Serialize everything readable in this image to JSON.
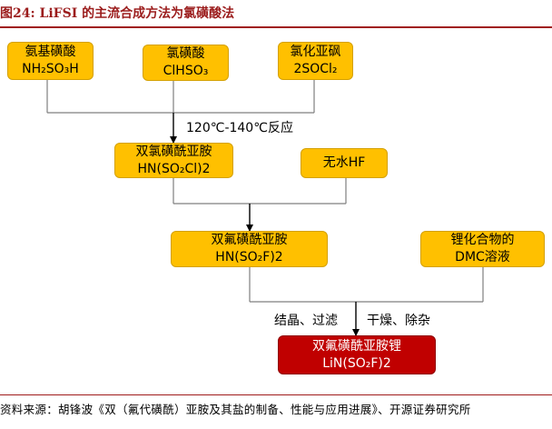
{
  "header": {
    "title": "图24:  LiFSI 的主流合成方法为氯磺酸法"
  },
  "nodes": {
    "sulfamic_acid": {
      "name": "氨基磺酸",
      "formula": "NH₂SO₃H"
    },
    "chlorosulfonic_acid": {
      "name": "氯磺酸",
      "formula": "ClHSO₃"
    },
    "thionyl_chloride": {
      "name": "氯化亚砜",
      "formula": "2SOCl₂"
    },
    "bis_chlorosulfonyl_imide": {
      "name": "双氯磺酰亚胺",
      "formula": "HN(SO₂Cl)2"
    },
    "anhydrous_hf": {
      "name": "无水HF"
    },
    "bis_fluorosulfonyl_imide": {
      "name": "双氟磺酰亚胺",
      "formula": "HN(SO₂F)2"
    },
    "lithium_carbonate_dmc": {
      "name": "锂化合物的",
      "formula": "DMC溶液"
    },
    "lifsi": {
      "name": "双氟磺酰亚胺锂",
      "formula": "LiN(SO₂F)2"
    }
  },
  "steps": {
    "reaction_condition": "120℃-140℃反应",
    "crystallize_filter": "结晶、过滤",
    "dry_remove": "干燥、除杂"
  },
  "footer": {
    "source": "资料来源：胡锋波《双（氟代磺酰）亚胺及其盐的制备、性能与应用进展》、开源证券研究所"
  },
  "colors": {
    "node_fill": "#ffc000",
    "final_fill": "#c00000",
    "title": "#9b1c1c"
  }
}
